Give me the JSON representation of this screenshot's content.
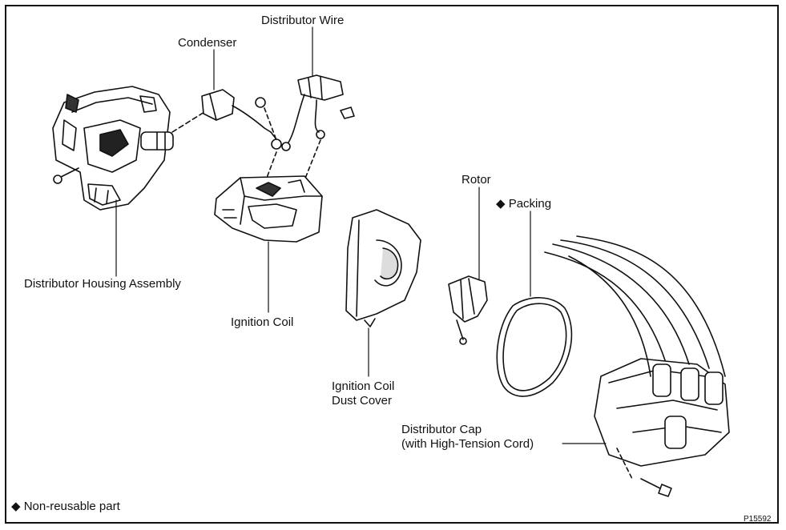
{
  "labels": {
    "distributor_wire": "Distributor Wire",
    "condenser": "Condenser",
    "distributor_housing": "Distributor Housing Assembly",
    "ignition_coil": "Ignition Coil",
    "dust_cover_line1": "Ignition Coil",
    "dust_cover_line2": "Dust Cover",
    "rotor": "Rotor",
    "packing": "◆ Packing",
    "cap_line1": "Distributor Cap",
    "cap_line2": "(with High-Tension Cord)",
    "legend": "◆ Non-reusable part",
    "figure_id": "P15592"
  }
}
